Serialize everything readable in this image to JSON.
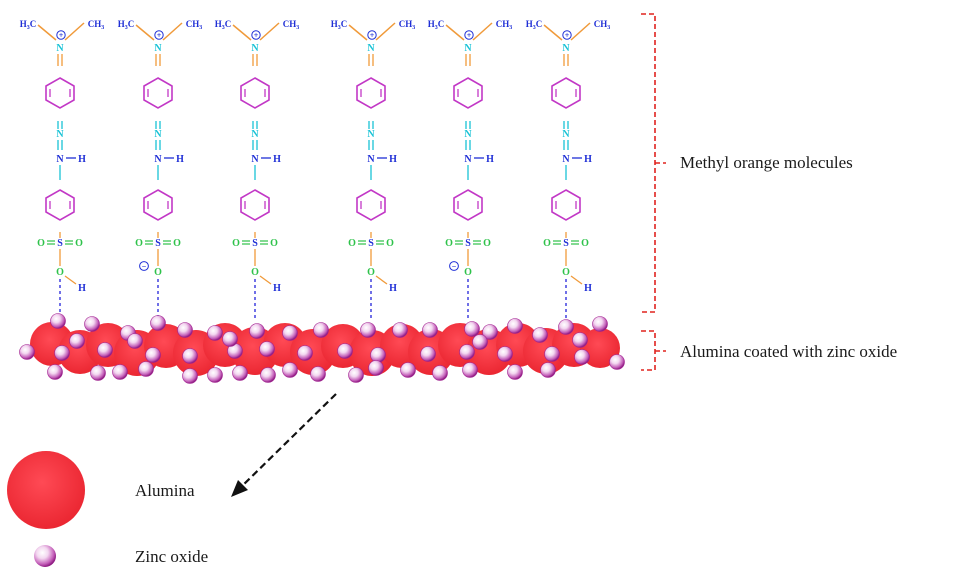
{
  "labels": {
    "methyl_orange": "Methyl orange molecules",
    "alumina_zno": "Alumina coated with zinc oxide",
    "legend_alumina": "Alumina",
    "legend_zno": "Zinc oxide"
  },
  "atoms": {
    "n": "N",
    "h": "H",
    "s": "S",
    "o": "O",
    "c": "C",
    "h3": "H",
    "three": "3",
    "plus": "+",
    "minus": "−"
  },
  "molecules": [
    {
      "id": 1,
      "sulfonate": "acid"
    },
    {
      "id": 2,
      "sulfonate": "anion"
    },
    {
      "id": 3,
      "sulfonate": "acid"
    },
    {
      "id": 4,
      "sulfonate": "acid"
    },
    {
      "id": 5,
      "sulfonate": "anion"
    },
    {
      "id": 6,
      "sulfonate": "acid"
    }
  ],
  "colors": {
    "alumina": "#f2303c",
    "zno_outer": "#a0208f",
    "zno_inner": "#ffe6ff",
    "ring": "#c238c6",
    "methyl_bond": "#f09a3a",
    "nitrogen": "#19c3d6",
    "amine": "#1f2fd6",
    "sulfonate": "#2ec24a",
    "hbond": "#3333dd",
    "bracket": "#e0231f",
    "arrow": "#111111"
  }
}
